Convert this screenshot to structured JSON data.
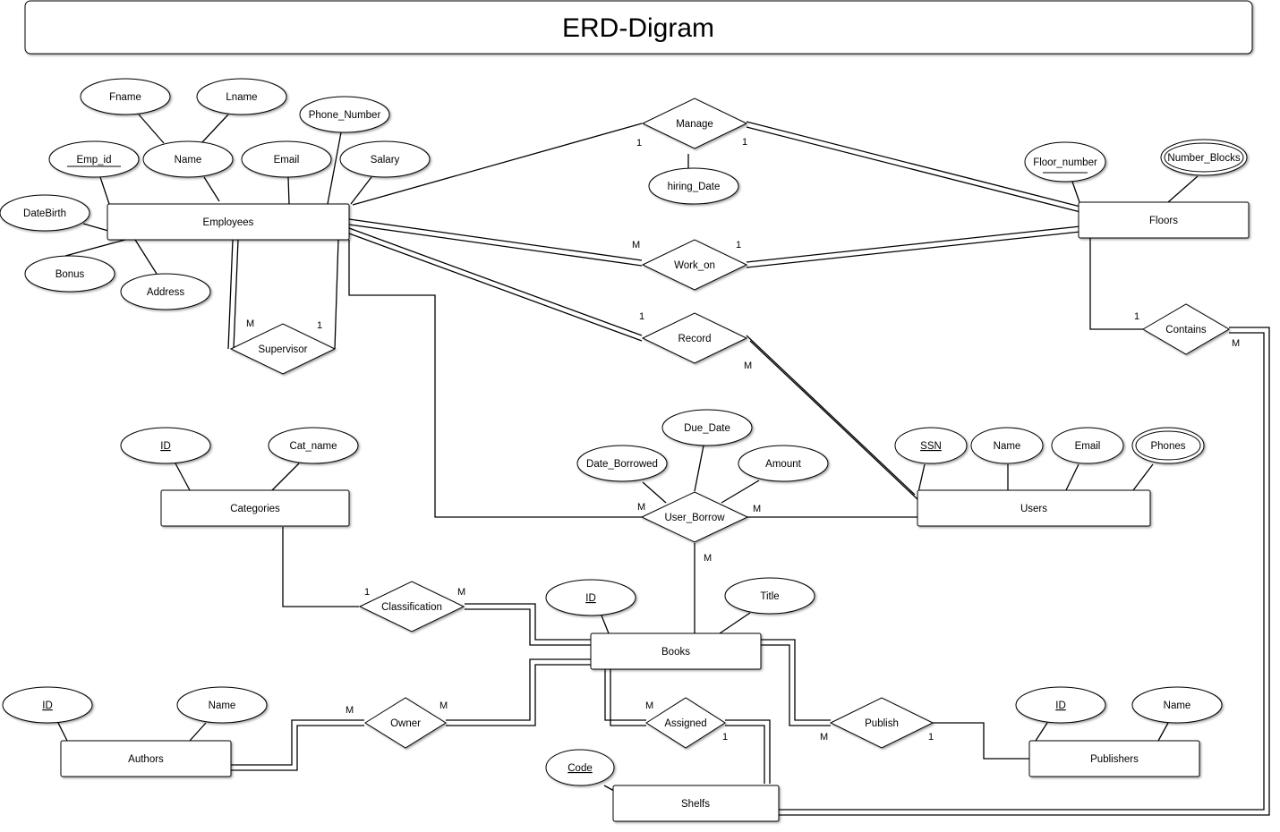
{
  "title": "ERD-Digram",
  "entities": {
    "employees": "Employees",
    "floors": "Floors",
    "categories": "Categories",
    "users": "Users",
    "books": "Books",
    "authors": "Authors",
    "publishers": "Publishers",
    "shelfs": "Shelfs"
  },
  "relationships": {
    "manage": "Manage",
    "work_on": "Work_on",
    "record": "Record",
    "supervisor": "Supervisor",
    "contains": "Contains",
    "user_borrow": "User_Borrow",
    "classification": "Classification",
    "owner": "Owner",
    "assigned": "Assigned",
    "publish": "Publish"
  },
  "attributes": {
    "emp_fname": "Fname",
    "emp_lname": "Lname",
    "emp_phone": "Phone_Number",
    "emp_id": "Emp_id",
    "emp_name": "Name",
    "emp_email": "Email",
    "emp_salary": "Salary",
    "emp_datebirth": "DateBirth",
    "emp_bonus": "Bonus",
    "emp_address": "Address",
    "manage_hiring": "hiring_Date",
    "floor_number": "Floor_number",
    "floor_blocks": "Number_Blocks",
    "cat_id": "ID",
    "cat_name": "Cat_name",
    "borrow_due": "Due_Date",
    "borrow_date": "Date_Borrowed",
    "borrow_amount": "Amount",
    "user_ssn": "SSN",
    "user_name": "Name",
    "user_email": "Email",
    "user_phones": "Phones",
    "book_id": "ID",
    "book_title": "Title",
    "author_id": "ID",
    "author_name": "Name",
    "shelf_code": "Code",
    "pub_id": "ID",
    "pub_name": "Name"
  },
  "cardinalities": {
    "manage_emp": "1",
    "manage_floor": "1",
    "work_emp": "M",
    "work_floor": "1",
    "record_emp": "1",
    "record_user": "M",
    "sup_m": "M",
    "sup_1": "1",
    "contains_floor": "1",
    "contains_shelf": "M",
    "borrow_emp": "M",
    "borrow_user": "M",
    "borrow_book": "M",
    "class_cat": "1",
    "class_book": "M",
    "owner_author": "M",
    "owner_book": "M",
    "assigned_book": "M",
    "assigned_shelf": "1",
    "publish_book": "M",
    "publish_pub": "1"
  }
}
